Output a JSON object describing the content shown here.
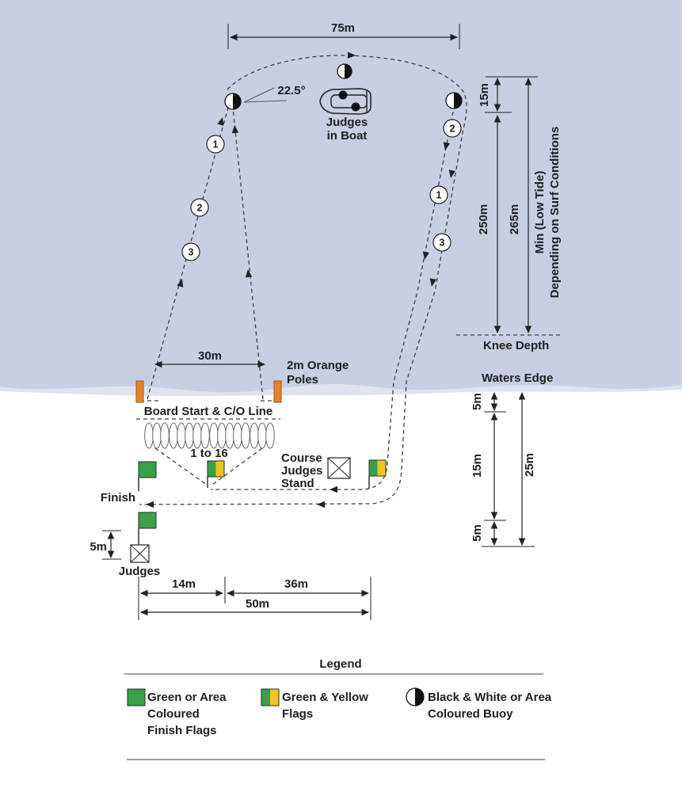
{
  "palette": {
    "water": "#c8cfe3",
    "water_fringe": "#dfe3ef",
    "sand": "#ffffff",
    "flag_green": "#3aa047",
    "flag_yellow": "#f0c520",
    "pole_orange": "#e5832d",
    "line": "#222222"
  },
  "top": {
    "width_label": "75m",
    "angle_label": "22.5°",
    "boat_line1": "Judges",
    "boat_line2": "in Boat"
  },
  "right_column": {
    "buoy_offset": "15m",
    "inner_length": "250m",
    "outer_length": "265m",
    "note_line1": "Min (Low Tide)",
    "note_line2": "Depending on Surf Conditions",
    "knee_depth": "Knee Depth",
    "waters_edge": "Waters Edge",
    "surf_zone_top": "5m",
    "surf_zone_mid": "15m",
    "surf_zone_bottom": "5m",
    "surf_zone_total": "25m"
  },
  "start_area": {
    "width_label": "30m",
    "poles_line1": "2m Orange",
    "poles_line2": "Poles",
    "start_line_label": "Board Start & C/O Line",
    "positions_label": "1 to 16",
    "course_judges_line1": "Course",
    "course_judges_line2": "Judges",
    "course_judges_line3": "Stand"
  },
  "finish_area": {
    "finish_label": "Finish",
    "judges_label": "Judges",
    "flag_gap": "5m",
    "dim_14m": "14m",
    "dim_36m": "36m",
    "dim_50m": "50m"
  },
  "course_markers": {
    "left": [
      "1",
      "2",
      "3"
    ],
    "right": [
      "2",
      "1",
      "3"
    ]
  },
  "legend": {
    "title": "Legend",
    "items": [
      {
        "line1": "Green or Area",
        "line2": "Coloured",
        "line3": "Finish Flags"
      },
      {
        "line1": "Green & Yellow",
        "line2": "Flags",
        "line3": ""
      },
      {
        "line1": "Black & White or Area",
        "line2": "Coloured Buoy",
        "line3": ""
      }
    ]
  }
}
